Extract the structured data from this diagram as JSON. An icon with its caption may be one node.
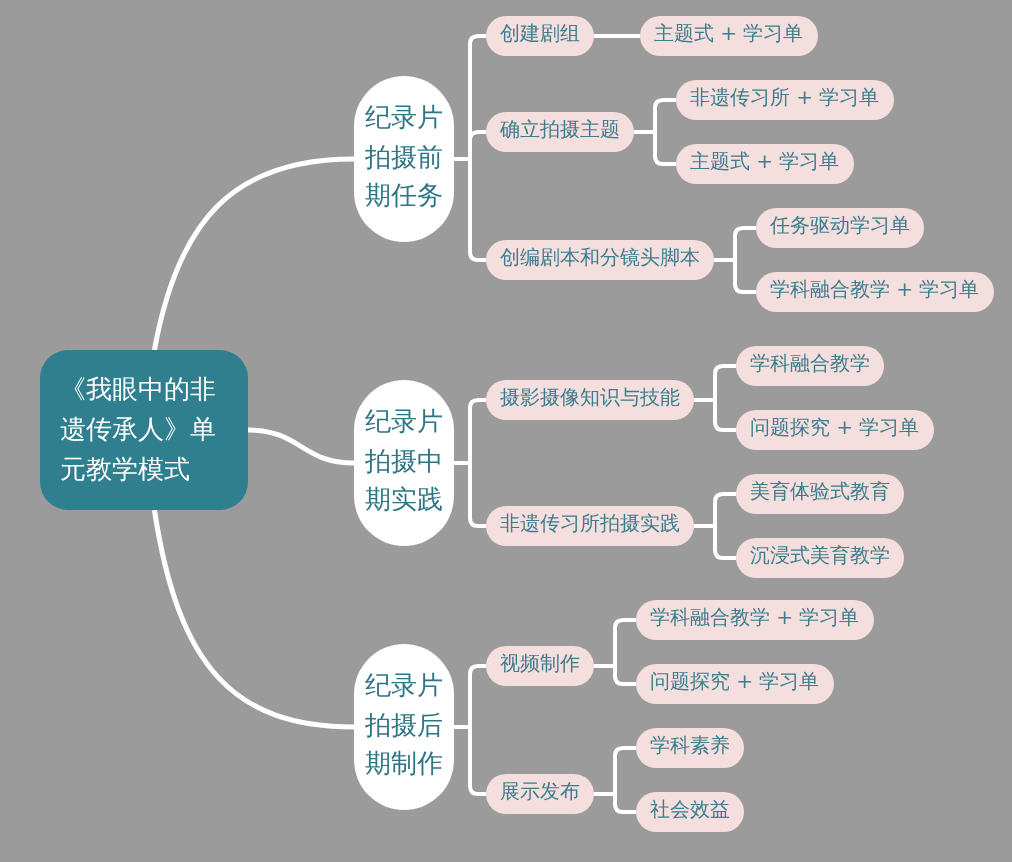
{
  "diagram": {
    "nodes": [
      {
        "text": [
          "《我眼中的非遗传承人》单元教学模式"
        ]
      },
      {
        "text": [
          "纪录片拍摄前期任务"
        ]
      },
      {
        "text": [
          "创建剧组"
        ]
      },
      {
        "text": [
          "主题式 + 学习单"
        ]
      },
      {
        "text": [
          "确立拍摄主题"
        ]
      },
      {
        "text": [
          "非遗传习所 + 学习单"
        ]
      },
      {
        "text": [
          "主题式 + 学习单"
        ]
      },
      {
        "text": [
          "创编剧本和分镜头脚本"
        ]
      },
      {
        "text": [
          "任务驱动学习单"
        ]
      },
      {
        "text": [
          "学科融合教学 + 学习单"
        ]
      },
      {
        "text": [
          "纪录片拍摄中期实践"
        ]
      },
      {
        "text": [
          "摄影摄像知识与技能"
        ]
      },
      {
        "text": [
          "学科融合教学"
        ]
      },
      {
        "text": [
          "问题探究 + 学习单"
        ]
      },
      {
        "text": [
          "非遗传习所拍摄实践"
        ]
      },
      {
        "text": [
          "美育体验式教育"
        ]
      },
      {
        "text": [
          "沉浸式美育教学"
        ]
      },
      {
        "text": [
          "纪录片拍摄后期制作"
        ]
      },
      {
        "text": [
          "视频制作"
        ]
      },
      {
        "text": [
          "学科融合教学 + 学习单"
        ]
      },
      {
        "text": [
          "问题探究 + 学习单"
        ]
      },
      {
        "text": [
          "展示发布"
        ]
      },
      {
        "text": [
          "学科素养"
        ]
      },
      {
        "text": [
          "社会效益"
        ]
      }
    ],
    "edges": [
      {
        "from": 0,
        "to": 1,
        "arrow": "none"
      },
      {
        "from": 1,
        "to": 2,
        "arrow": "none"
      },
      {
        "from": 2,
        "to": 3,
        "arrow": "none"
      },
      {
        "from": 1,
        "to": 4,
        "arrow": "none"
      },
      {
        "from": 4,
        "to": 5,
        "arrow": "none"
      },
      {
        "from": 4,
        "to": 6,
        "arrow": "none"
      },
      {
        "from": 1,
        "to": 7,
        "arrow": "none"
      },
      {
        "from": 7,
        "to": 8,
        "arrow": "none"
      },
      {
        "from": 7,
        "to": 9,
        "arrow": "none"
      },
      {
        "from": 0,
        "to": 10,
        "arrow": "none"
      },
      {
        "from": 10,
        "to": 11,
        "arrow": "none"
      },
      {
        "from": 11,
        "to": 12,
        "arrow": "none"
      },
      {
        "from": 11,
        "to": 13,
        "arrow": "none"
      },
      {
        "from": 10,
        "to": 14,
        "arrow": "none"
      },
      {
        "from": 14,
        "to": 15,
        "arrow": "none"
      },
      {
        "from": 14,
        "to": 16,
        "arrow": "none"
      },
      {
        "from": 0,
        "to": 17,
        "arrow": "none"
      },
      {
        "from": 17,
        "to": 18,
        "arrow": "none"
      },
      {
        "from": 18,
        "to": 19,
        "arrow": "none"
      },
      {
        "from": 18,
        "to": 20,
        "arrow": "none"
      },
      {
        "from": 17,
        "to": 21,
        "arrow": "none"
      },
      {
        "from": 21,
        "to": 22,
        "arrow": "none"
      },
      {
        "from": 21,
        "to": 23,
        "arrow": "none"
      }
    ]
  }
}
